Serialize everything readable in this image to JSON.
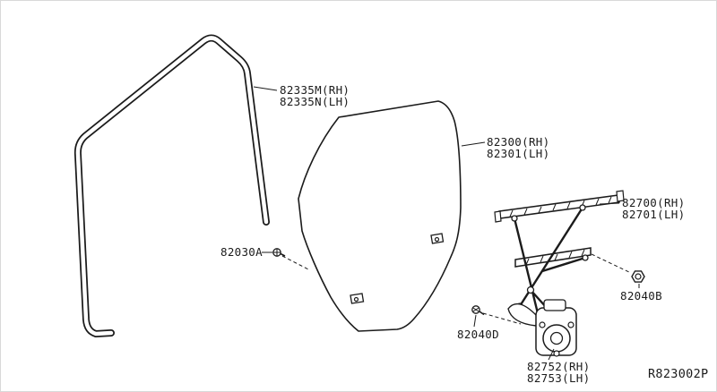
{
  "page": {
    "colors": {
      "line": "#1b1b1b",
      "background": "#ffffff"
    }
  },
  "diagram": {
    "ref_code": "R823002P",
    "parts": {
      "run_channel": {
        "label_rh": "82335M(RH)",
        "label_lh": "82335N(LH)"
      },
      "glass": {
        "label_rh": "82300(RH)",
        "label_lh": "82301(LH)"
      },
      "regulator": {
        "label_rh": "82700(RH)",
        "label_lh": "82701(LH)"
      },
      "screw": {
        "label": "82030A"
      },
      "nut": {
        "label": "82040B"
      },
      "bolt": {
        "label": "82040D"
      },
      "motor": {
        "label_rh": "82752(RH)",
        "label_lh": "82753(LH)"
      }
    }
  }
}
